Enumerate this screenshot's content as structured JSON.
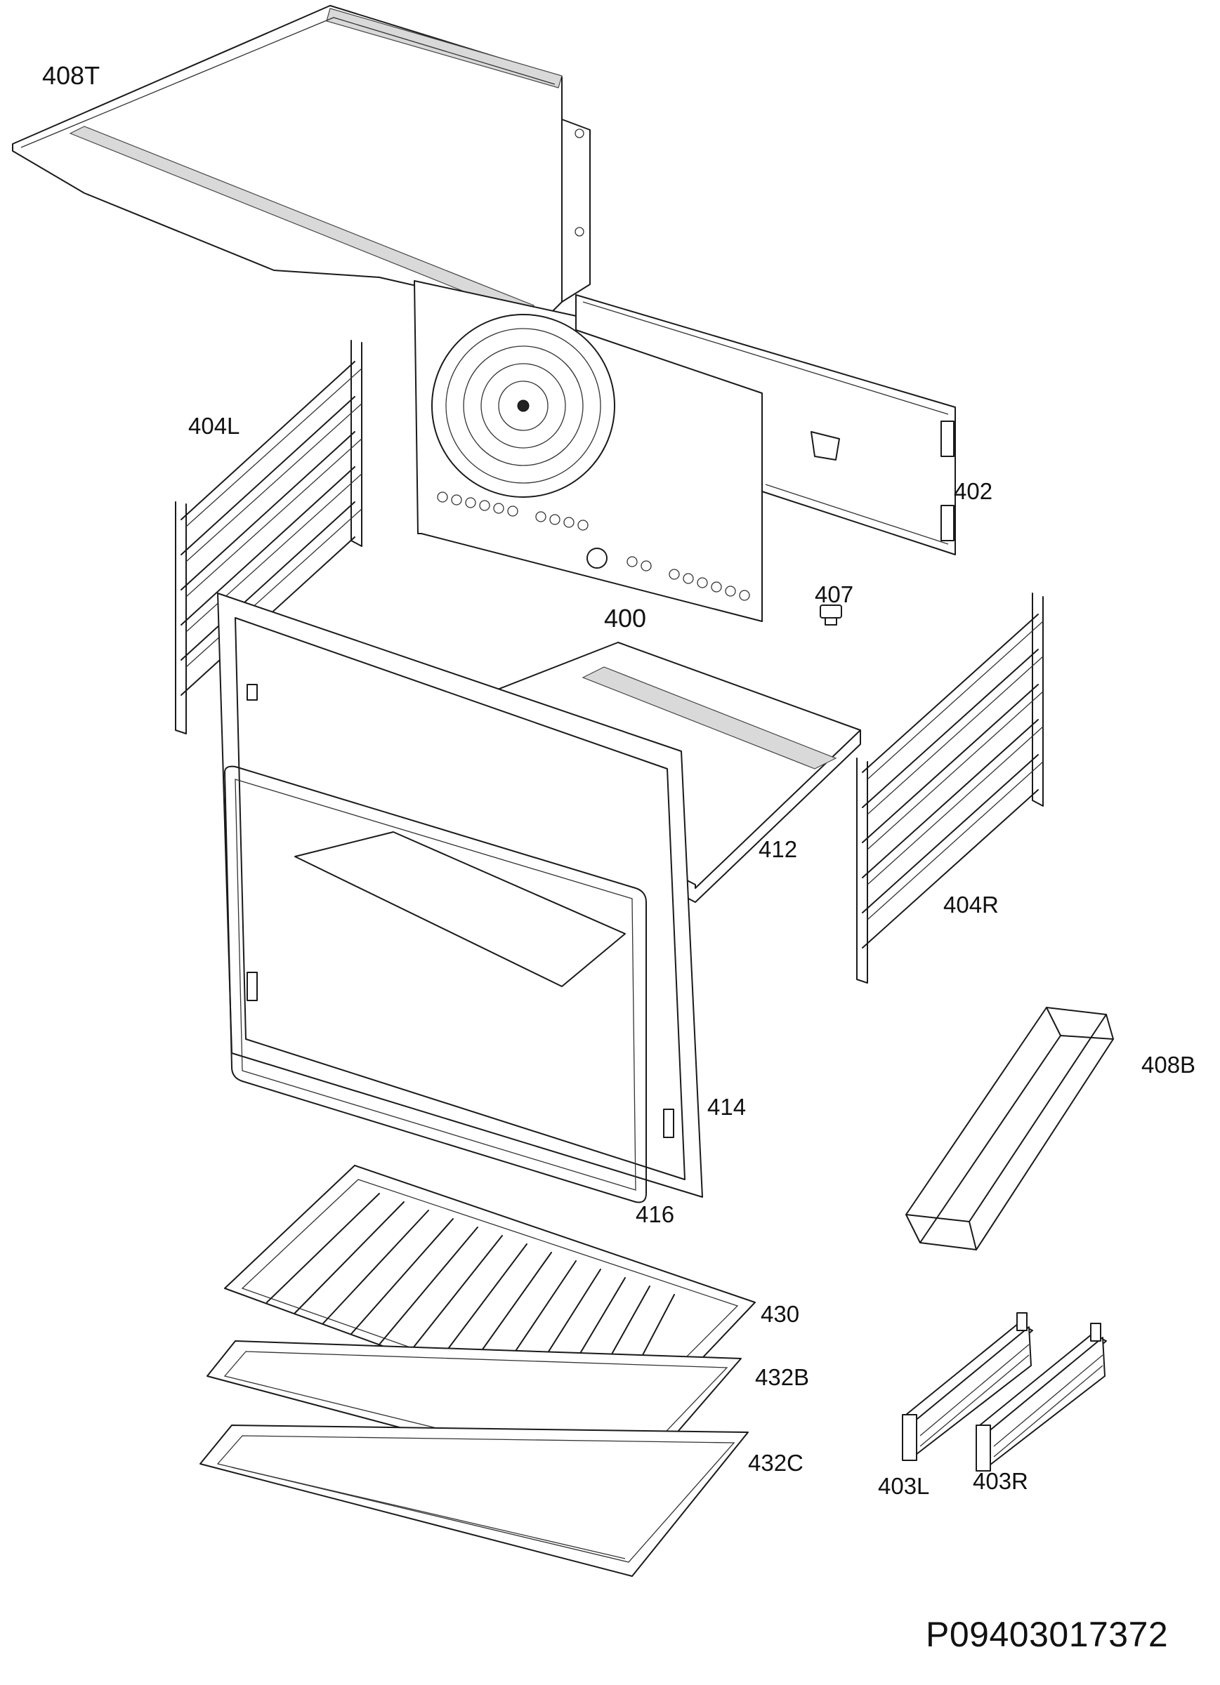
{
  "labels": {
    "p408T": "408T",
    "p404L": "404L",
    "p402": "402",
    "p407": "407",
    "p400": "400",
    "p412": "412",
    "p404R": "404R",
    "p408B": "408B",
    "p414": "414",
    "p416": "416",
    "p430": "430",
    "p432B": "432B",
    "p432C": "432C",
    "p403L": "403L",
    "p403R": "403R"
  },
  "drawing_code": "P09403017372"
}
